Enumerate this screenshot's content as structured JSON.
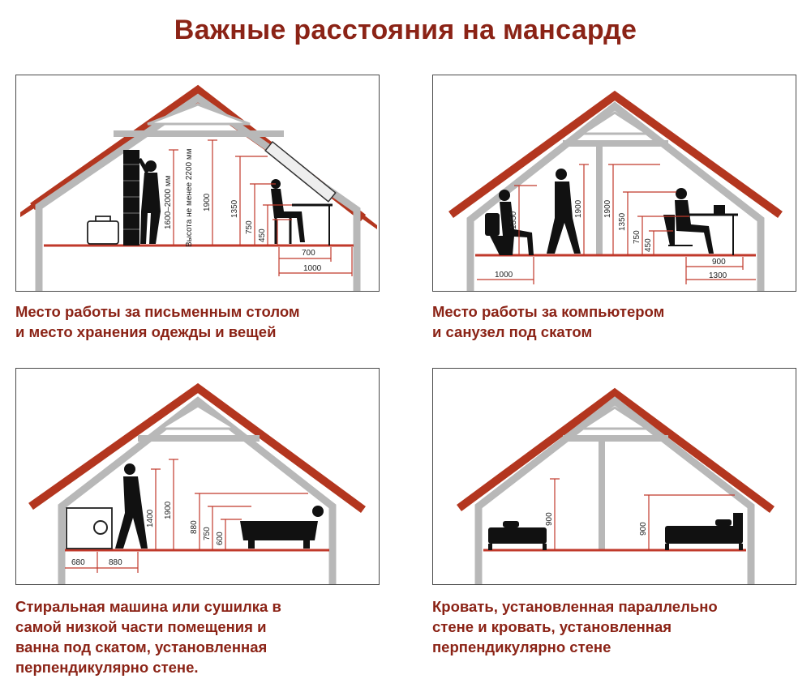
{
  "title": "Важные расстояния на мансарде",
  "colors": {
    "roof": "#b3361f",
    "wall": "#b5b5b5",
    "floor": "#c0392b",
    "dimension": "#c0392b",
    "silhouette": "#111111",
    "caption": "#8b2316"
  },
  "panels": [
    {
      "caption": [
        "Место работы за письменным столом",
        "и место хранения одежды и вещей"
      ],
      "dimensions": {
        "v1": "1600–2000 мм",
        "v2": "Высота не менее 2200 мм",
        "v3": "1900",
        "v4": "1350",
        "v5": "750",
        "v6": "450",
        "h1": "700",
        "h2": "1000"
      }
    },
    {
      "caption": [
        "Место работы за компьютером",
        "и санузел под скатом"
      ],
      "dimensions": {
        "v1": "1350",
        "v2": "1900",
        "v3": "1900",
        "v4": "1350",
        "v5": "750",
        "v6": "450",
        "h1": "1000",
        "h2": "900",
        "h3": "1300"
      }
    },
    {
      "caption": [
        "Стиральная машина или сушилка в",
        "самой низкой части помещения и",
        "ванна под скатом, установленная",
        "перпендикулярно стене."
      ],
      "dimensions": {
        "v1": "1400",
        "v2": "1900",
        "v3": "880",
        "v4": "750",
        "v5": "600",
        "h1": "680",
        "h2": "880"
      }
    },
    {
      "caption": [
        "Кровать, установленная параллельно",
        "стене и кровать, установленная",
        "перпендикулярно стене"
      ],
      "dimensions": {
        "v1": "900",
        "v2": "900"
      }
    }
  ]
}
